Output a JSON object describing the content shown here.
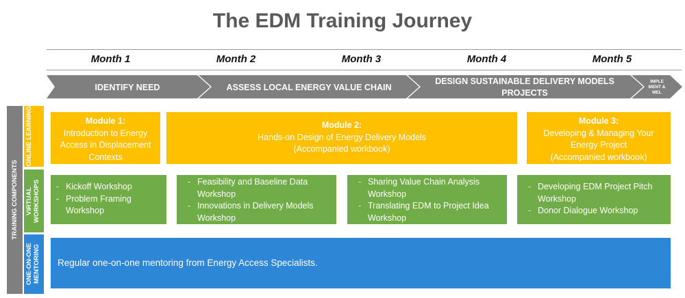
{
  "title": "The EDM Training Journey",
  "months": [
    "Month 1",
    "Month 2",
    "Month 3",
    "Month 4",
    "Month 5"
  ],
  "phases": [
    {
      "label": "IDENTIFY NEED"
    },
    {
      "label": "ASSESS LOCAL ENERGY VALUE CHAIN"
    },
    {
      "label": "DESIGN SUSTAINABLE DELIVERY MODELS PROJECTS"
    },
    {
      "label": "IMPLE MENT & MEL"
    }
  ],
  "training_components_label": "TRAINING COMPONENTS",
  "rows": {
    "online": "ONLINE LEARNING",
    "virtual": "VIRTUAL WORKSHOPS",
    "mentoring": "ONE-ON-ONE MENTORING"
  },
  "modules": [
    {
      "title": "Module 1:",
      "lines": [
        "Introduction to Energy",
        "Access in Displacement",
        "Contexts"
      ]
    },
    {
      "title": "Module 2:",
      "lines": [
        "Hands-on Design of Energy Delivery Models",
        "(Accompanied workbook)"
      ]
    },
    {
      "title": "Module 3:",
      "lines": [
        "Developing & Managing Your",
        "Energy Project",
        "(Accompanied workbook)"
      ]
    }
  ],
  "workshops": [
    [
      "Kickoff Workshop",
      "Problem Framing Workshop"
    ],
    [
      "Feasibility and Baseline Data Workshop",
      "Innovations in Delivery Models Workshop"
    ],
    [
      "Sharing Value Chain Analysis Workshop",
      "Translating EDM to Project Idea Workshop"
    ],
    [
      "Developing EDM Project Pitch Workshop",
      "Donor Dialogue Workshop"
    ]
  ],
  "mentoring_text": "Regular one-on-one mentoring from Energy Access Specialists.",
  "colors": {
    "title": "#595959",
    "phase_arrow": "#7f7f7f",
    "online": "#ffc000",
    "virtual": "#70ad47",
    "mentoring": "#2e86d6",
    "training_bar": "#7f7f7f"
  }
}
